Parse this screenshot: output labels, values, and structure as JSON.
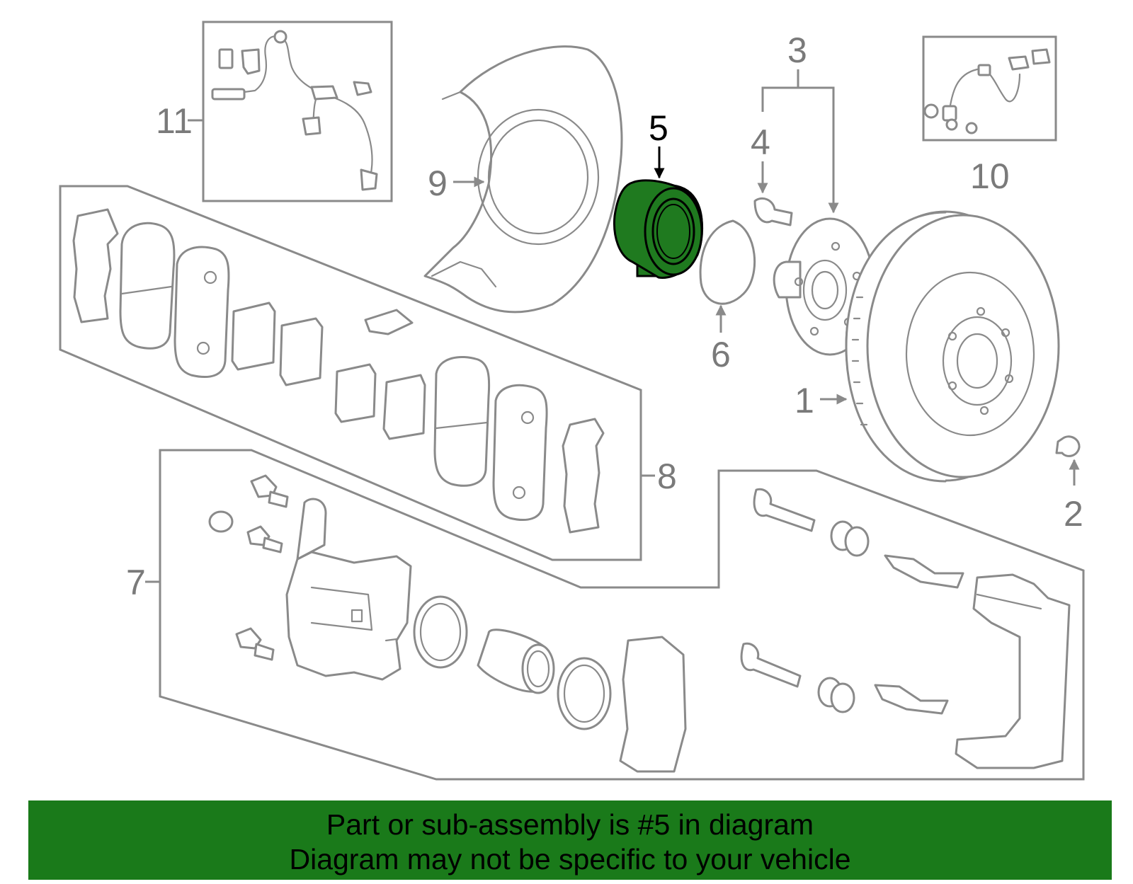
{
  "callouts": {
    "c1": "1",
    "c2": "2",
    "c3": "3",
    "c4": "4",
    "c5": "5",
    "c6": "6",
    "c7": "7",
    "c8": "8",
    "c9": "9",
    "c10": "10",
    "c11": "11"
  },
  "highlight": {
    "part_number": "5",
    "color": "#1f7a1f"
  },
  "banner": {
    "line1": "Part or sub-assembly is #5 in diagram",
    "line2": "Diagram may not be specific to your vehicle",
    "color": "#1a7a1a"
  }
}
